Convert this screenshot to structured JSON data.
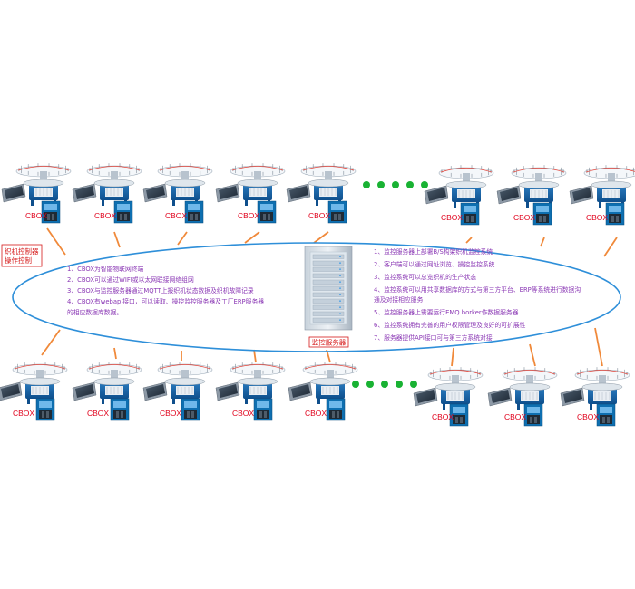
{
  "left_callout": {
    "line1": "织机控制器",
    "line2": "操作控制"
  },
  "server_label": "监控服务器",
  "cbox_label": "CBOX",
  "left_features": [
    "1、CBOX为智能物联网终端",
    "2、CBOX可以通过WIFI或以太网联接网络组网",
    "3、CBOX与监控服务器通过MQTT上报织机状态数据及织机故障记录",
    "4、CBOX有webapi接口，可以读取、操控监控服务器及工厂ERP服务器",
    "的相应数据库数据。"
  ],
  "right_features": [
    "1、监控服务器上部署B/S构架织机监控系统",
    "2、客户端可以通过网址浏览、操控监控系统",
    "3、监控系统可以总览织机的生产状态",
    "4、监控系统可以用共享数据库的方式与第三方平台、ERP等系统进行数据沟",
    "通及对接相应服务",
    "5、监控服务器上需要运行EMQ borker作数据服务器",
    "6、监控系统拥有完善的用户权限管理及良好的可扩展性",
    "7、服务器提供API接口可与第三方系统对接"
  ],
  "colors": {
    "ellipse_stroke": "#2e8fd9",
    "connector": "#f0893a",
    "dots": "#19b233",
    "text_purple": "#8b39b5",
    "label_red": "#e0001b"
  }
}
